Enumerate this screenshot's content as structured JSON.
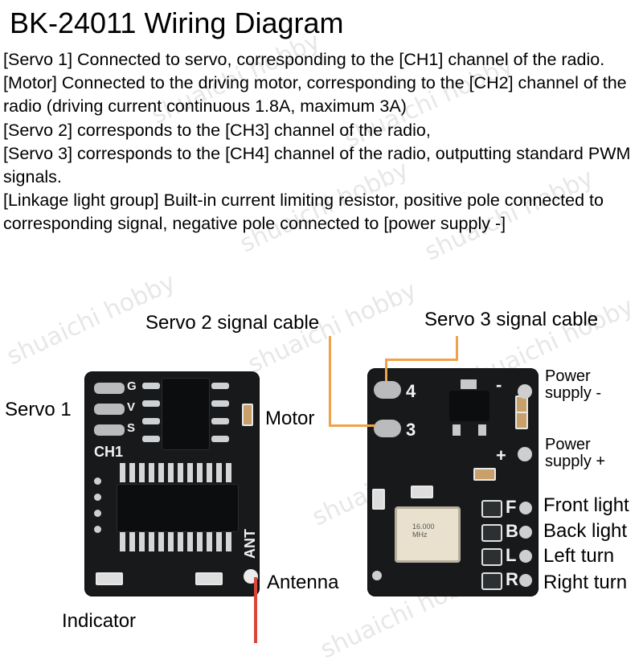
{
  "title": "BK-24011 Wiring Diagram",
  "description": [
    "[Servo 1] Connected to servo, corresponding to the [CH1] channel of the radio.",
    "[Motor] Connected to the driving motor, corresponding to the [CH2] channel of the radio (driving current continuous 1.8A, maximum 3A)",
    "[Servo 2] corresponds to the [CH3] channel of the radio,",
    "[Servo 3] corresponds to the [CH4] channel of the radio, outputting standard PWM signals.",
    "[Linkage light group] Built-in current limiting resistor, positive pole connected to corresponding signal, negative pole connected to [power supply -]"
  ],
  "labels": {
    "servo2_cable": "Servo 2 signal cable",
    "servo3_cable": "Servo 3 signal cable",
    "servo1": "Servo 1",
    "motor": "Motor",
    "antenna": "Antenna",
    "indicator": "Indicator",
    "power_minus": "Power\nsupply -",
    "power_plus": "Power\nsupply +",
    "front_light": "Front light",
    "back_light": "Back light",
    "left_turn": "Left turn",
    "right_turn": "Right turn"
  },
  "board_silk": {
    "ch1": "CH1",
    "ant": "ANT",
    "g": "G",
    "v": "V",
    "s": "S",
    "pad4": "4",
    "pad3": "3",
    "minus": "-",
    "plus": "+",
    "f": "F",
    "b": "B",
    "l": "L",
    "r": "R",
    "crystal": "16.000 MHz"
  },
  "watermark": "shuaichi hobby",
  "colors": {
    "leader_line": "#f0a24a",
    "pcb": "#17191b",
    "antenna_wire": "#d9473a"
  }
}
